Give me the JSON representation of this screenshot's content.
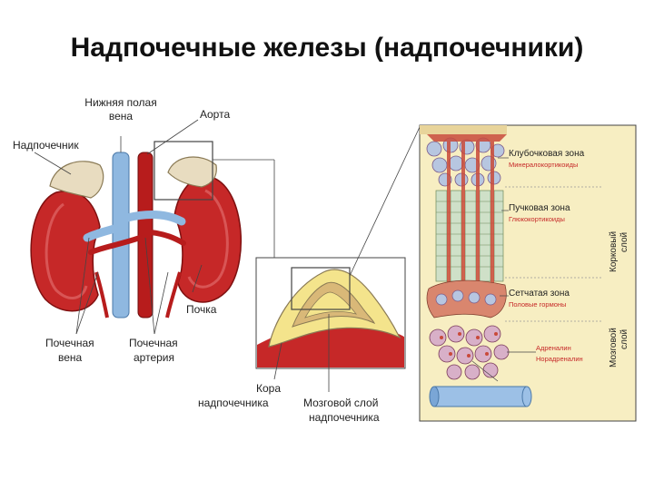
{
  "title": "Надпочечные железы (надпочечники)",
  "labels": {
    "ivc_line1": "Нижняя полая",
    "ivc_line2": "вена",
    "aorta": "Аорта",
    "adrenal": "Надпочечник",
    "kidney": "Почка",
    "renal_vein_line1": "Почечная",
    "renal_vein_line2": "вена",
    "renal_artery_line1": "Почечная",
    "renal_artery_line2": "артерия",
    "cortex_line1": "Кора",
    "cortex_line2": "надпочечника",
    "medulla_line1": "Мозговой слой",
    "medulla_line2": "надпочечника"
  },
  "zones": {
    "glomerulosa": "Клубочковая зона",
    "glomerulosa_hormones": "Минералокортикоиды",
    "fasciculata": "Пучковая зона",
    "fasciculata_hormones": "Глюкокортикоиды",
    "reticularis": "Сетчатая зона",
    "reticularis_hormones": "Половые гормоны",
    "adrenaline": "Адреналин",
    "noradrenaline": "Норадреналин"
  },
  "side_labels": {
    "cortex_line1": "Корковый",
    "cortex_line2": "слой",
    "medulla_line1": "Мозговой",
    "medulla_line2": "слой"
  },
  "colors": {
    "kidney": "#c62828",
    "adrenal": "#e8dcc0",
    "vein": "#8fb8e0",
    "artery": "#b71c1c",
    "cortex_yellow": "#f4e48c",
    "panel_bg": "#f7eec2",
    "hormone_text": "#c62828"
  }
}
